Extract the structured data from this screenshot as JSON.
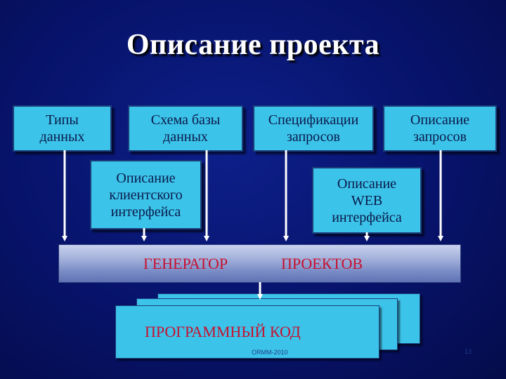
{
  "title": "Описание проекта",
  "boxes": {
    "data_types": "Типы\nданных",
    "db_schema": "Схема базы\nданных",
    "query_specs": "Спецификации\nзапросов",
    "query_desc": "Описание\nзапросов",
    "client_ui": "Описание\nклиентского\nинтерфейса",
    "web_ui": "Описание\nWEB\nинтерфейса"
  },
  "generator": {
    "word1": "ГЕНЕРАТОР",
    "word2": "ПРОЕКТОВ"
  },
  "output": {
    "label": "ПРОГРАММНЫЙ   КОД"
  },
  "footer": {
    "left": "ORMM-2010",
    "page": "13"
  },
  "colors": {
    "box": "#3cc3e9",
    "accent_text": "#c8102e",
    "background": "#07136a"
  }
}
